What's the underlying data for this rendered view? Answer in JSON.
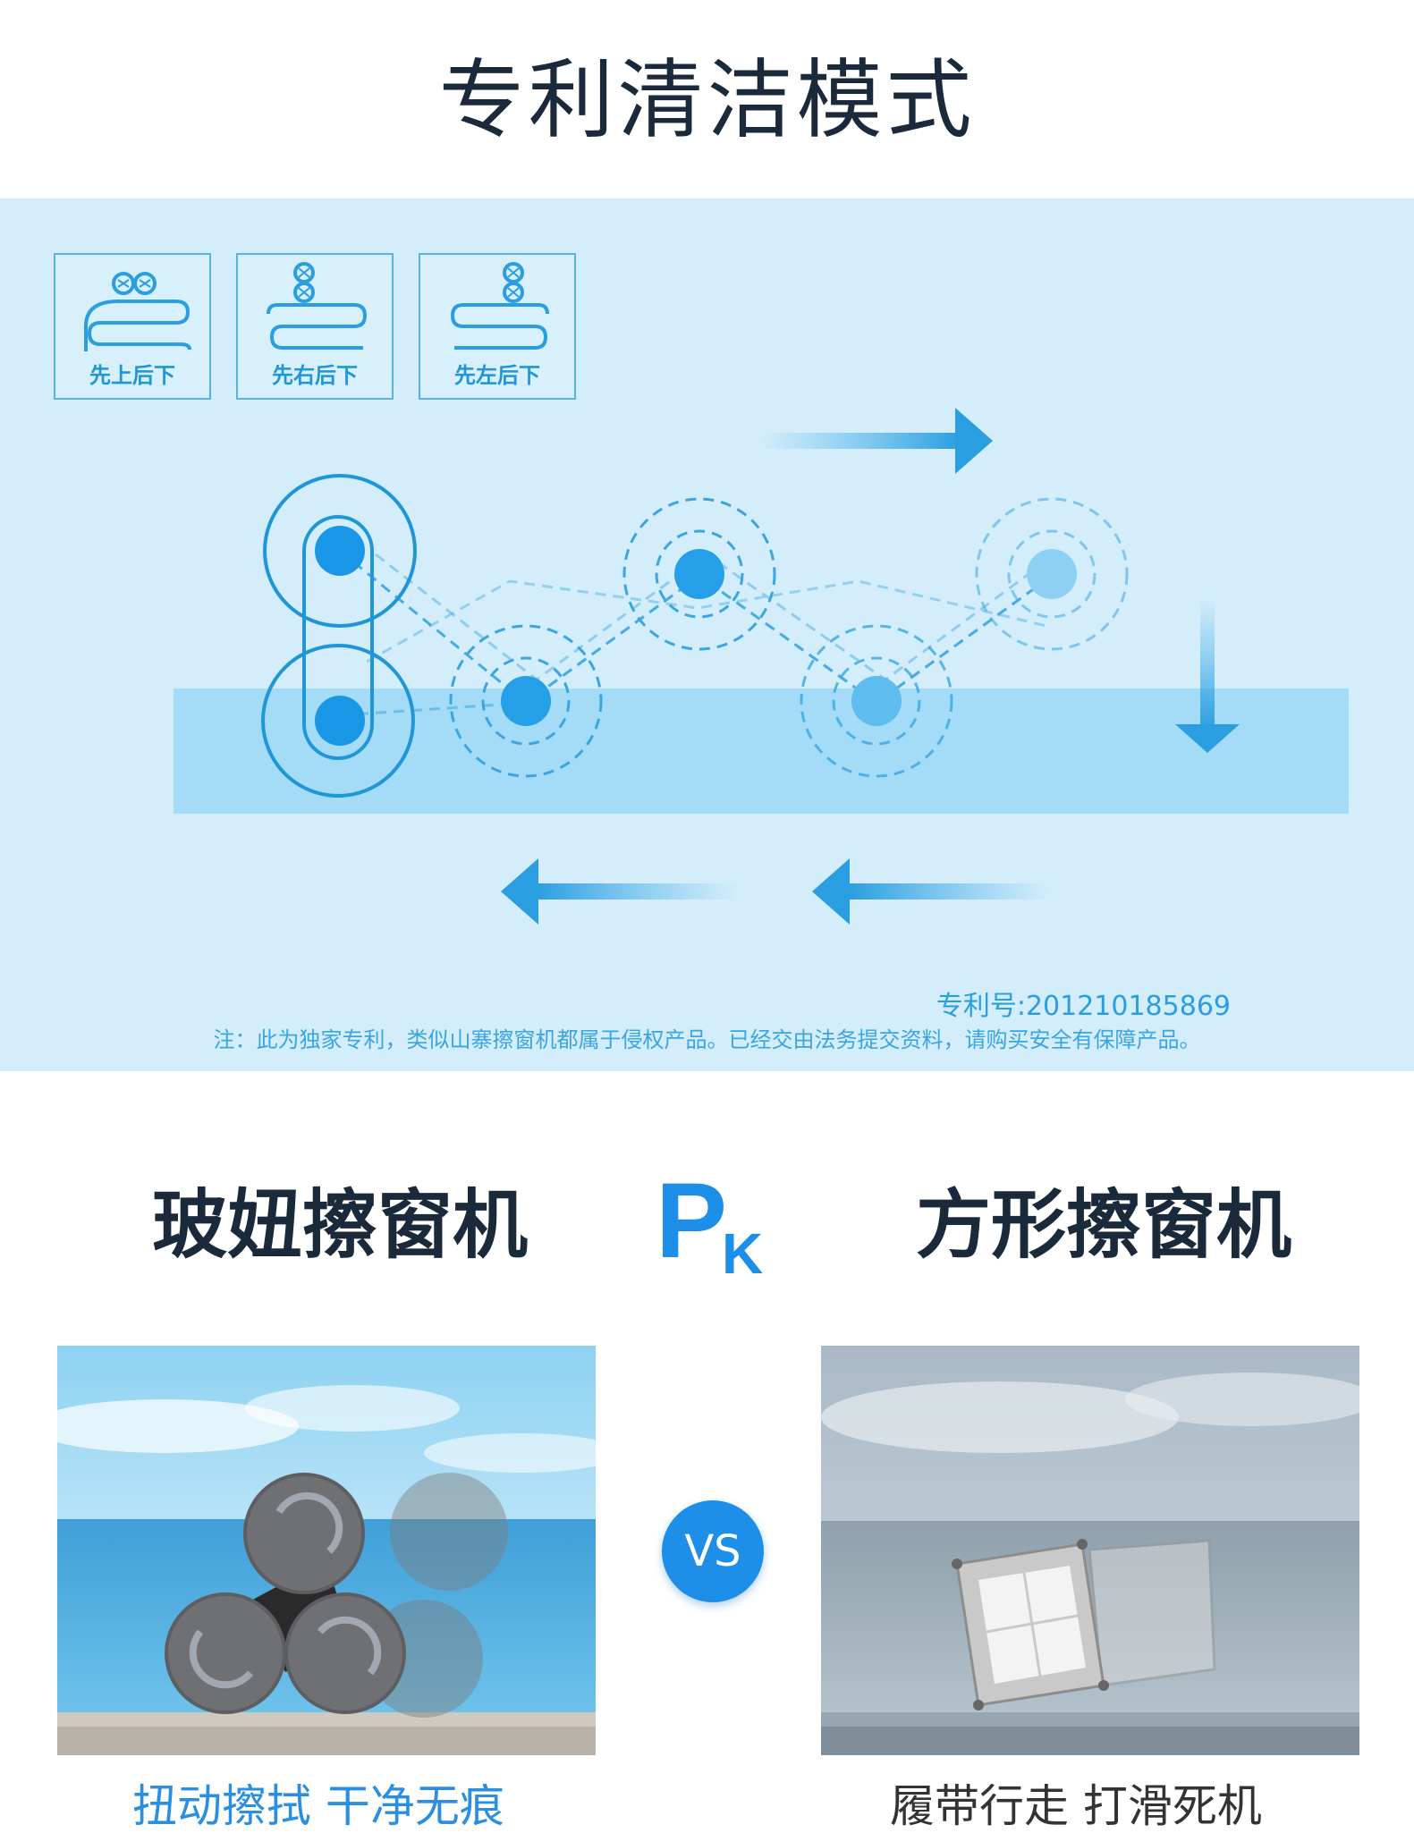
{
  "header": {
    "title": "专利清洁模式"
  },
  "modes": [
    {
      "label": "先上后下",
      "icon": "fan-path-icon"
    },
    {
      "label": "先右后下",
      "icon": "fan-path-icon"
    },
    {
      "label": "先左后下",
      "icon": "fan-path-icon"
    }
  ],
  "patent": {
    "number": "专利号:201210185869",
    "note": "注：此为独家专利，类似山寨擦窗机都属于侵权产品。已经交由法务提交资料，请购买安全有保障产品。"
  },
  "compare": {
    "left_title": "玻妞擦窗机",
    "right_title": "方形擦窗机",
    "pk_p": "P",
    "pk_k": "K",
    "vs": "VS",
    "left_caption": "扭动擦拭 干净无痕",
    "right_caption": "履带行走 打滑死机"
  },
  "colors": {
    "panel": "#d3edfa",
    "accent": "#1e8fe8",
    "title": "#1b2a3a"
  }
}
